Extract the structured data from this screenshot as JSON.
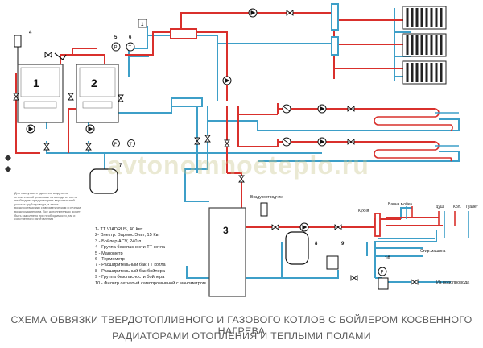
{
  "diagram": {
    "watermark": "avtonomnoeteplo.ru",
    "caption_line1": "СХЕМА ОБВЯЗКИ ТВЕРДОТОПЛИВНОГО И ГАЗОВОГО КОТЛОВ С БОЙЛЕРОМ КОСВЕННОГО НАГРЕВА",
    "caption_line2": "РАДИАТОРАМИ ОТОПЛЕНИЯ И ТЕПЛЫМИ ПОЛАМИ",
    "note": "Для наилучшего удаления воздуха из отопительной установки на выходе из котла необходимо предусмотреть вертикальный участок трубопровода, а также воздухоотводчики с автоматическим и ручным воздухоудалением. Все дополнительно может быть выполнено при необходимости, так и собственного изготовления",
    "legend": [
      "1- ТТ VIADRUS, 40 Квт",
      "2- Электр. Вармос Элит, 15 Квт",
      "3 - Бойлер ACV, 240 л.",
      "4 - Группа безопасности ТТ котла",
      "5 - Манометр",
      "6 - Термометр",
      "7 - Расширительный бак ТТ котла",
      "8 - Расширительный бак бойлера",
      "9 - Группа безопасности бойлера",
      "10 - Фильтр сетчатый самопромывной с манометром"
    ],
    "numbers": {
      "n1": "1",
      "n2": "2",
      "n3": "3",
      "n4": "4",
      "n5": "5",
      "n6": "6",
      "n7": "7",
      "n8": "8",
      "n9": "9",
      "n10": "10",
      "n1box": "1"
    },
    "gauges": {
      "manometer": "P",
      "thermometer": "T"
    },
    "labels": {
      "air_vent": "Воздухоотводчик",
      "bath_sink": "Ванна мойка",
      "kitchen": "Кухня",
      "shower": "Душ",
      "laundry": "Кол.",
      "toilet": "Туалет",
      "washing_machine": "Стир.машина",
      "water_supply": "Из водопровода"
    },
    "colors": {
      "supply_pipe": "#d9302c",
      "return_pipe": "#3d9fc8",
      "radiator": "#222222",
      "equipment": "#111111"
    }
  }
}
